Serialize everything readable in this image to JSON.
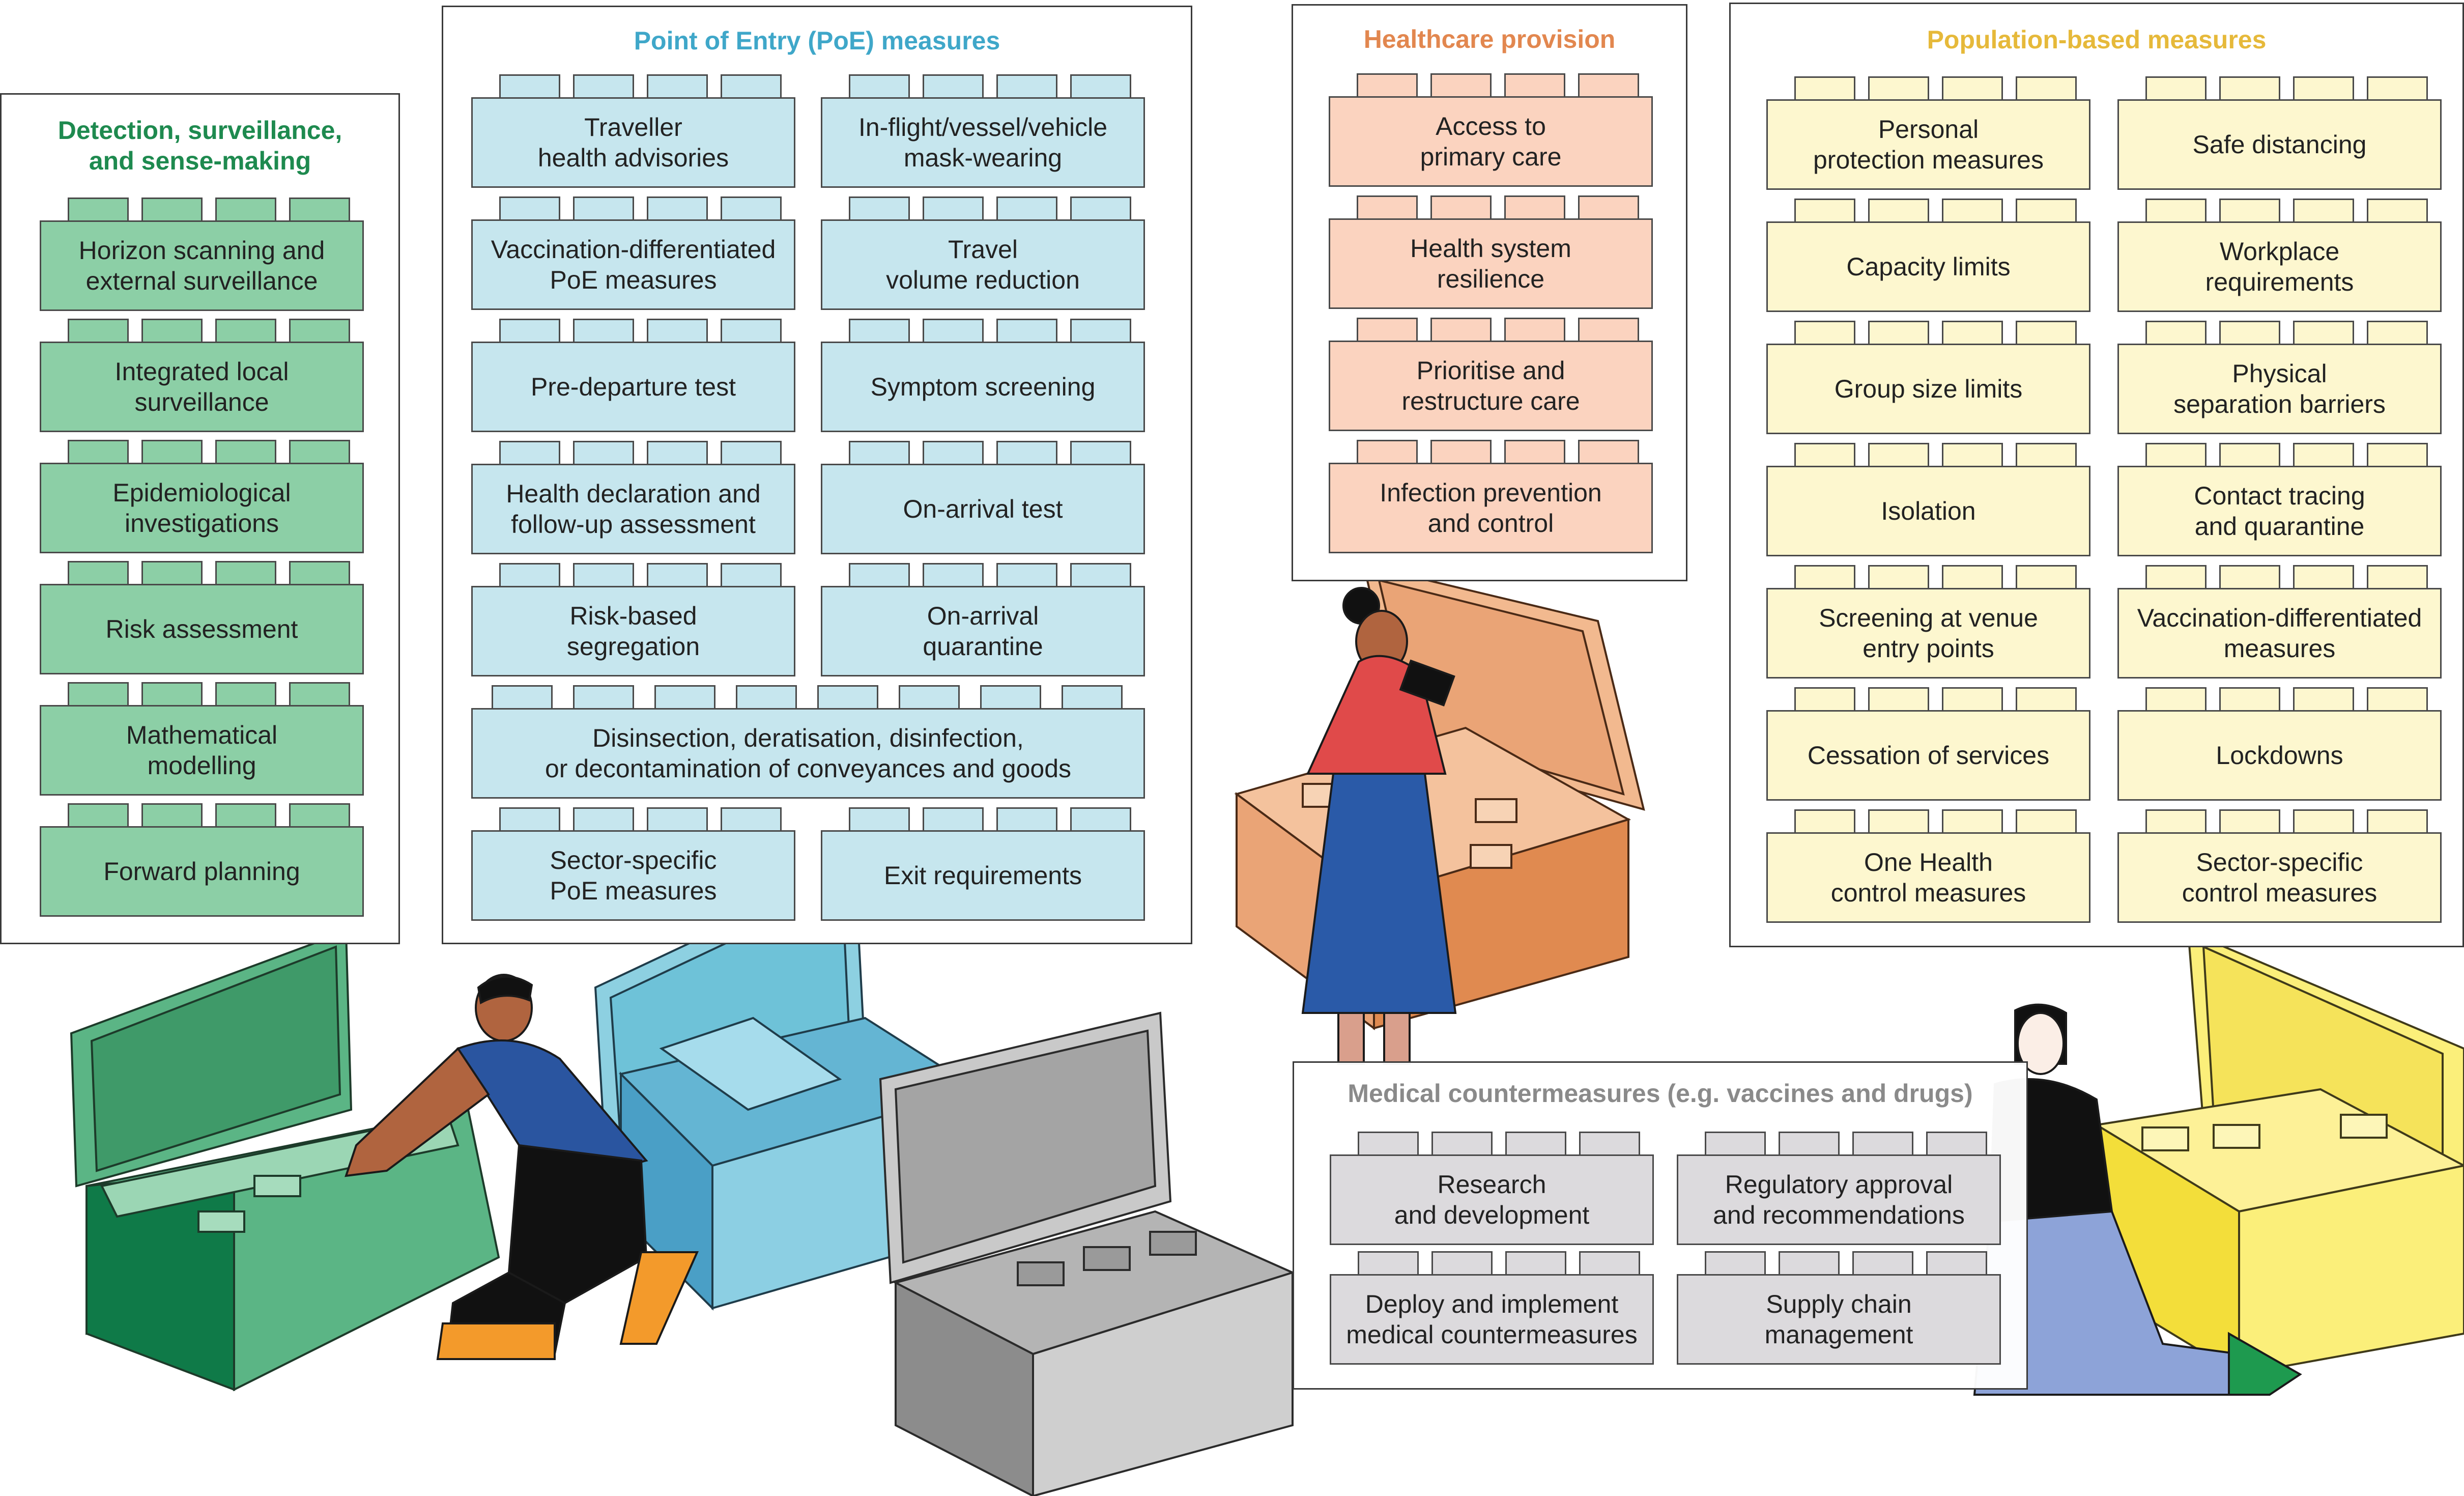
{
  "colors": {
    "detection": "#1e8a4f",
    "poe": "#3fa7c9",
    "healthcare": "#e2874f",
    "population": "#e6b93a",
    "medical": "#8a8a8a"
  },
  "panels": {
    "detection": {
      "title": "Detection, surveillance,\nand sense-making",
      "items": [
        "Horizon scanning and\nexternal surveillance",
        "Integrated local\nsurveillance",
        "Epidemiological\ninvestigations",
        "Risk assessment",
        "Mathematical\nmodelling",
        "Forward planning"
      ]
    },
    "poe": {
      "title": "Point of Entry (PoE) measures",
      "items": [
        "Traveller\nhealth advisories",
        "In-flight/vessel/vehicle\nmask-wearing",
        "Vaccination-differentiated\nPoE measures",
        "Travel\nvolume reduction",
        "Pre-departure test",
        "Symptom screening",
        "Health declaration and\nfollow-up assessment",
        "On-arrival test",
        "Risk-based\nsegregation",
        "On-arrival\nquarantine",
        "Disinsection, deratisation, disinfection,\nor decontamination of conveyances and goods",
        "Sector-specific\nPoE measures",
        "Exit requirements"
      ]
    },
    "healthcare": {
      "title": "Healthcare provision",
      "items": [
        "Access to\nprimary care",
        "Health system\nresilience",
        "Prioritise and\nrestructure care",
        "Infection prevention\nand control"
      ]
    },
    "population": {
      "title": "Population-based measures",
      "items": [
        "Personal\nprotection measures",
        "Safe distancing",
        "Capacity limits",
        "Workplace\nrequirements",
        "Group size limits",
        "Physical\nseparation barriers",
        "Isolation",
        "Contact tracing\nand quarantine",
        "Screening at venue\nentry points",
        "Vaccination-differentiated\nmeasures",
        "Cessation of services",
        "Lockdowns",
        "One Health\ncontrol measures",
        "Sector-specific\ncontrol measures"
      ]
    },
    "medical": {
      "title": "Medical countermeasures (e.g. vaccines and drugs)",
      "items": [
        "Research\nand development",
        "Regulatory approval\nand recommendations",
        "Deploy and implement\nmedical countermeasures",
        "Supply chain\nmanagement"
      ]
    }
  }
}
